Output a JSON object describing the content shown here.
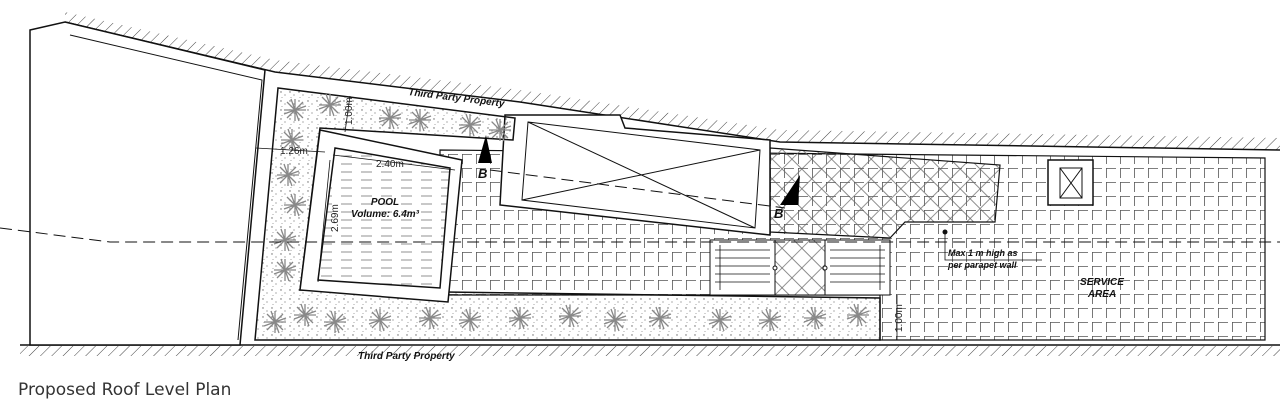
{
  "drawing": {
    "caption": "Proposed Roof Level Plan",
    "labels": {
      "third_party_top": "Third Party Property",
      "third_party_bottom": "Third Party Property",
      "pool_title": "POOL",
      "pool_volume": "Volume: 6.4m³",
      "service_area_1": "SERVICE",
      "service_area_2": "AREA",
      "parapet_note_1": "Max 1 m high as",
      "parapet_note_2": "per parapet wall",
      "section_marker_left": "B",
      "section_marker_right": "B"
    },
    "dimensions": {
      "garden_width_top": "1.00m",
      "garden_width_left": "1.26m",
      "pool_width": "2.40m",
      "pool_length": "2.69m",
      "service_strip": "1.00m"
    }
  }
}
